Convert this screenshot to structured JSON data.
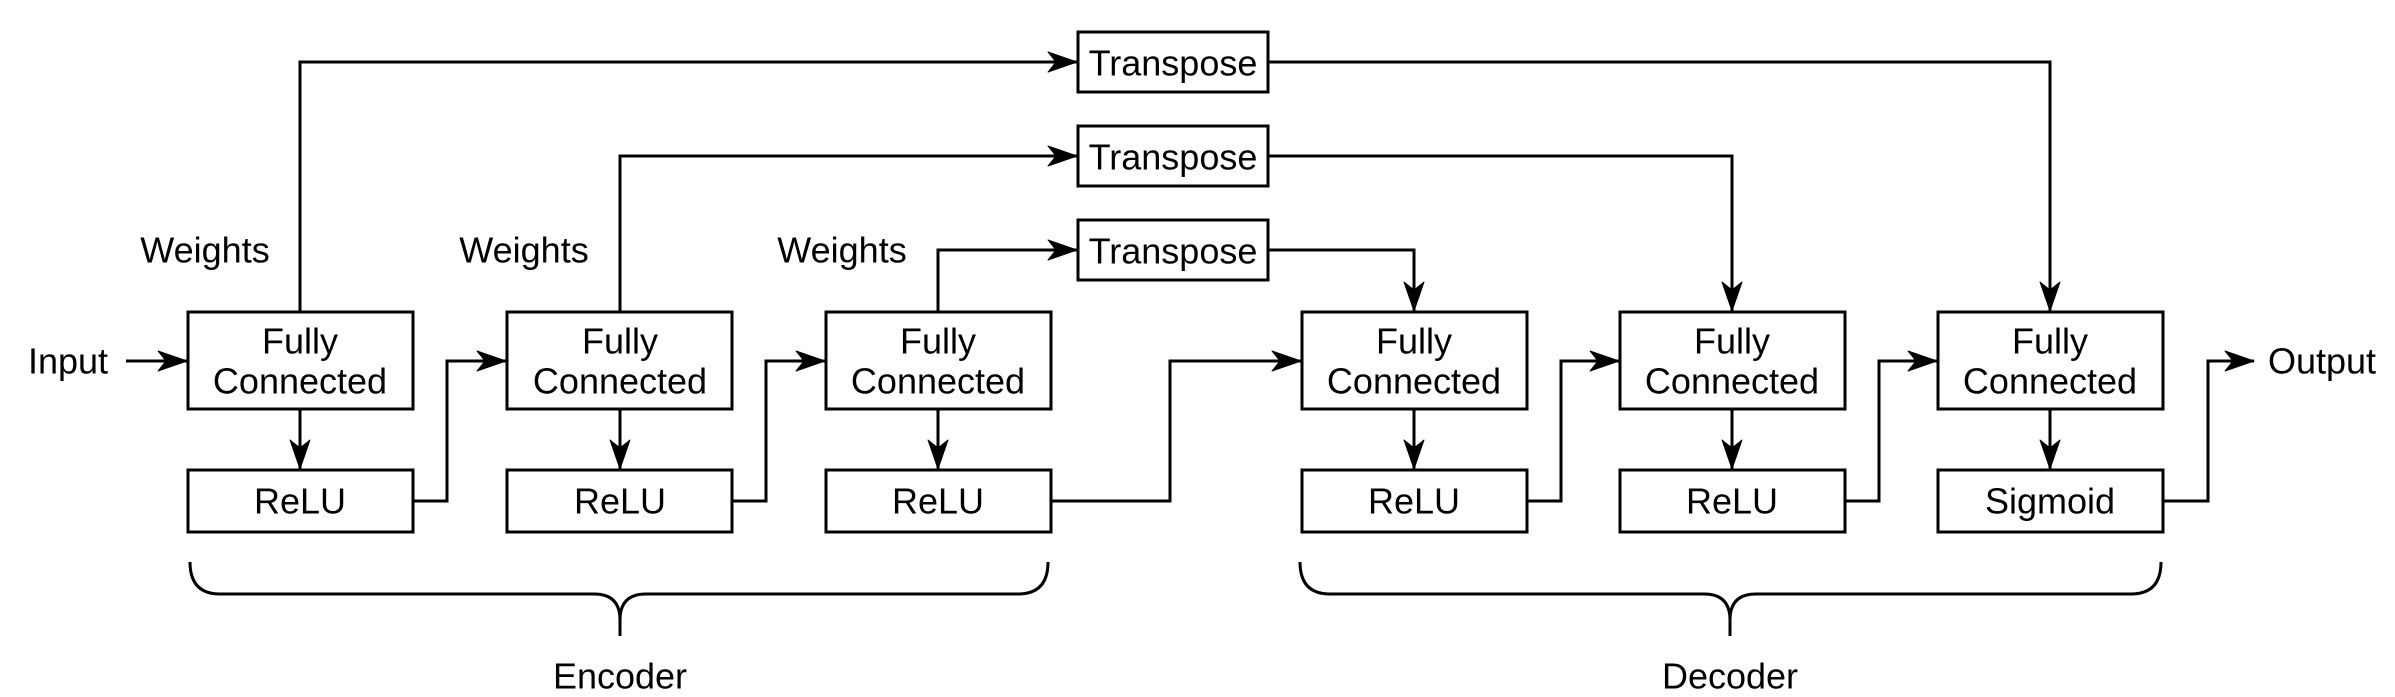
{
  "diagram": {
    "input_label": "Input",
    "output_label": "Output",
    "weights_labels": [
      "Weights",
      "Weights",
      "Weights"
    ],
    "transpose_boxes": [
      "Transpose",
      "Transpose",
      "Transpose"
    ],
    "encoder": {
      "label": "Encoder",
      "layers": [
        {
          "name_line1": "Fully",
          "name_line2": "Connected",
          "activation": "ReLU"
        },
        {
          "name_line1": "Fully",
          "name_line2": "Connected",
          "activation": "ReLU"
        },
        {
          "name_line1": "Fully",
          "name_line2": "Connected",
          "activation": "ReLU"
        }
      ]
    },
    "decoder": {
      "label": "Decoder",
      "layers": [
        {
          "name_line1": "Fully",
          "name_line2": "Connected",
          "activation": "ReLU"
        },
        {
          "name_line1": "Fully",
          "name_line2": "Connected",
          "activation": "ReLU"
        },
        {
          "name_line1": "Fully",
          "name_line2": "Connected",
          "activation": "Sigmoid"
        }
      ]
    },
    "colors": {
      "stroke": "#000000",
      "text": "#000000",
      "box_fill": "#ffffff",
      "background": "#ffffff"
    }
  }
}
